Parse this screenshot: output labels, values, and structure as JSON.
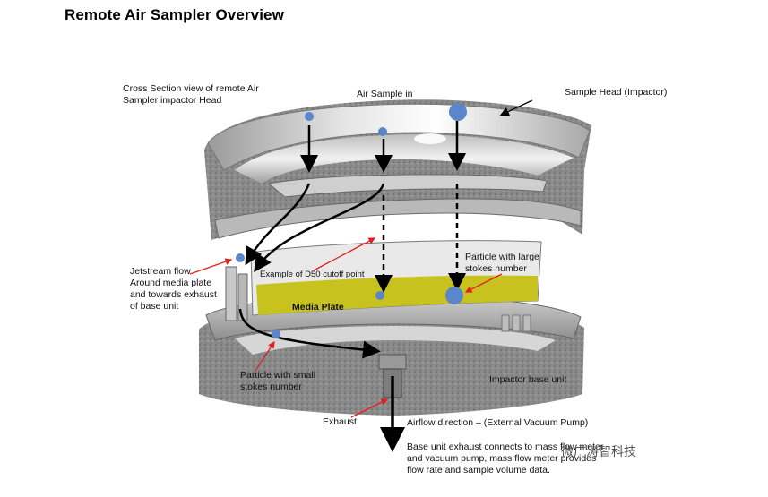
{
  "title": "Remote Air Sampler Overview",
  "labels": {
    "cross_section": [
      "Cross Section view of remote Air",
      "Sampler impactor  Head"
    ],
    "air_sample_in": "Air Sample in",
    "sample_head": "Sample Head (Impactor)",
    "jetstream": [
      "Jetstream flow",
      "Around media plate",
      "and towards exhaust",
      "of base unit"
    ],
    "d50": "Example of D50 cutoff point",
    "large_particle": [
      "Particle with large",
      "stokes number"
    ],
    "media_plate": "Media Plate",
    "small_particle": [
      "Particle with small",
      "stokes number"
    ],
    "base_unit": "Impactor base unit",
    "exhaust": "Exhaust",
    "airflow": "Airflow direction – (External Vacuum Pump)",
    "exhaust_note": [
      "Base unit exhaust connects to mass flow meter",
      "and vacuum pump, mass flow meter provides",
      "flow rate and sample volume data."
    ]
  },
  "watermark": "微广涛智科技",
  "colors": {
    "particle": "#5b86c9",
    "media": "#c7c21e",
    "pointer": "#e02020",
    "metal_dark": "#6b6b6b",
    "metal_light": "#d9d9d9"
  }
}
